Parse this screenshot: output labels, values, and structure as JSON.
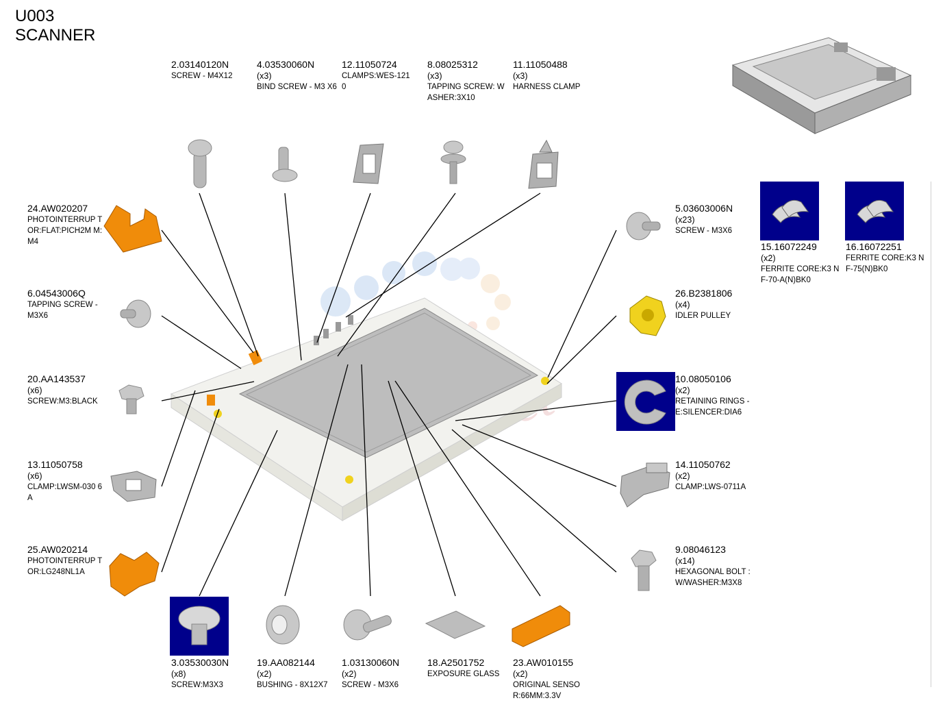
{
  "page": {
    "code": "U003",
    "title": "SCANNER"
  },
  "parts": [
    {
      "id": "p2",
      "part_no": "2.03140120N",
      "qty": "",
      "desc": "SCREW - M4X12",
      "icon": "screw-m4x12-icon"
    },
    {
      "id": "p4",
      "part_no": "4.03530060N",
      "qty": "(x3)",
      "desc": "BIND SCREW - M3 X6",
      "icon": "bind-screw-icon"
    },
    {
      "id": "p12",
      "part_no": "12.11050724",
      "qty": "",
      "desc": "CLAMPS:WES-121 0",
      "icon": "clamp-icon"
    },
    {
      "id": "p8",
      "part_no": "8.08025312",
      "qty": "(x3)",
      "desc": "TAPPING SCREW: WASHER:3X10",
      "icon": "tapping-screw-washer-icon"
    },
    {
      "id": "p11",
      "part_no": "11.11050488",
      "qty": "(x3)",
      "desc": "HARNESS CLAMP",
      "icon": "harness-clamp-icon"
    },
    {
      "id": "p24",
      "part_no": "24.AW020207",
      "qty": "",
      "desc": "PHOTOINTERRUP TOR:FLAT:PICH2M M:M4",
      "icon": "photointerrupter-icon"
    },
    {
      "id": "p6",
      "part_no": "6.04543006Q",
      "qty": "",
      "desc": "TAPPING SCREW -  M3X6",
      "icon": "tapping-screw-icon"
    },
    {
      "id": "p20",
      "part_no": "20.AA143537",
      "qty": "(x6)",
      "desc": "SCREW:M3:BLACK",
      "icon": "hex-screw-icon"
    },
    {
      "id": "p13",
      "part_no": "13.11050758",
      "qty": "(x6)",
      "desc": "CLAMP:LWSM-030 6A",
      "icon": "clamp-lwsm-icon"
    },
    {
      "id": "p25",
      "part_no": "25.AW020214",
      "qty": "",
      "desc": "PHOTOINTERRUP TOR:LG248NL1A",
      "icon": "photointerrupter-2-icon"
    },
    {
      "id": "p5",
      "part_no": "5.03603006N",
      "qty": "(x23)",
      "desc": "SCREW - M3X6",
      "icon": "screw-m3x6-icon"
    },
    {
      "id": "p26",
      "part_no": "26.B2381806",
      "qty": "(x4)",
      "desc": "IDLER PULLEY",
      "icon": "idler-pulley-icon"
    },
    {
      "id": "p10",
      "part_no": "10.08050106",
      "qty": "(x2)",
      "desc": "RETAINING RINGS -E:SILENCER:DIA6",
      "icon": "retaining-ring-icon"
    },
    {
      "id": "p14",
      "part_no": "14.11050762",
      "qty": "(x2)",
      "desc": "CLAMP:LWS-0711A",
      "icon": "clamp-lws-icon"
    },
    {
      "id": "p9",
      "part_no": "9.08046123",
      "qty": "(x14)",
      "desc": "HEXAGONAL BOLT :W/WASHER:M3X8",
      "icon": "hex-bolt-icon"
    },
    {
      "id": "p15",
      "part_no": "15.16072249",
      "qty": "(x2)",
      "desc": "FERRITE CORE:K3  NF-70-A(N)BK0",
      "icon": "ferrite-core-icon"
    },
    {
      "id": "p16",
      "part_no": "16.16072251",
      "qty": "",
      "desc": "FERRITE CORE:K3  NF-75(N)BK0",
      "icon": "ferrite-core-2-icon"
    },
    {
      "id": "p3",
      "part_no": "3.03530030N",
      "qty": "(x8)",
      "desc": "SCREW:M3X3",
      "icon": "screw-m3x3-icon"
    },
    {
      "id": "p19",
      "part_no": "19.AA082144",
      "qty": "(x2)",
      "desc": "BUSHING - 8X12X7",
      "icon": "bushing-icon"
    },
    {
      "id": "p1",
      "part_no": "1.03130060N",
      "qty": "(x2)",
      "desc": "SCREW - M3X6",
      "icon": "screw-round-icon"
    },
    {
      "id": "p18",
      "part_no": "18.A2501752",
      "qty": "",
      "desc": "EXPOSURE GLASS",
      "icon": "exposure-glass-icon"
    },
    {
      "id": "p23",
      "part_no": "23.AW010155",
      "qty": "(x2)",
      "desc": "ORIGINAL SENSO R:66MM:3.3V",
      "icon": "original-sensor-icon"
    }
  ],
  "watermark": "InkMarket",
  "colors": {
    "highlight_bg": "#00008b",
    "sensor_orange": "#f08c0a",
    "pulley_yellow": "#f0d21e",
    "part_gray": "#b8b8b8"
  }
}
